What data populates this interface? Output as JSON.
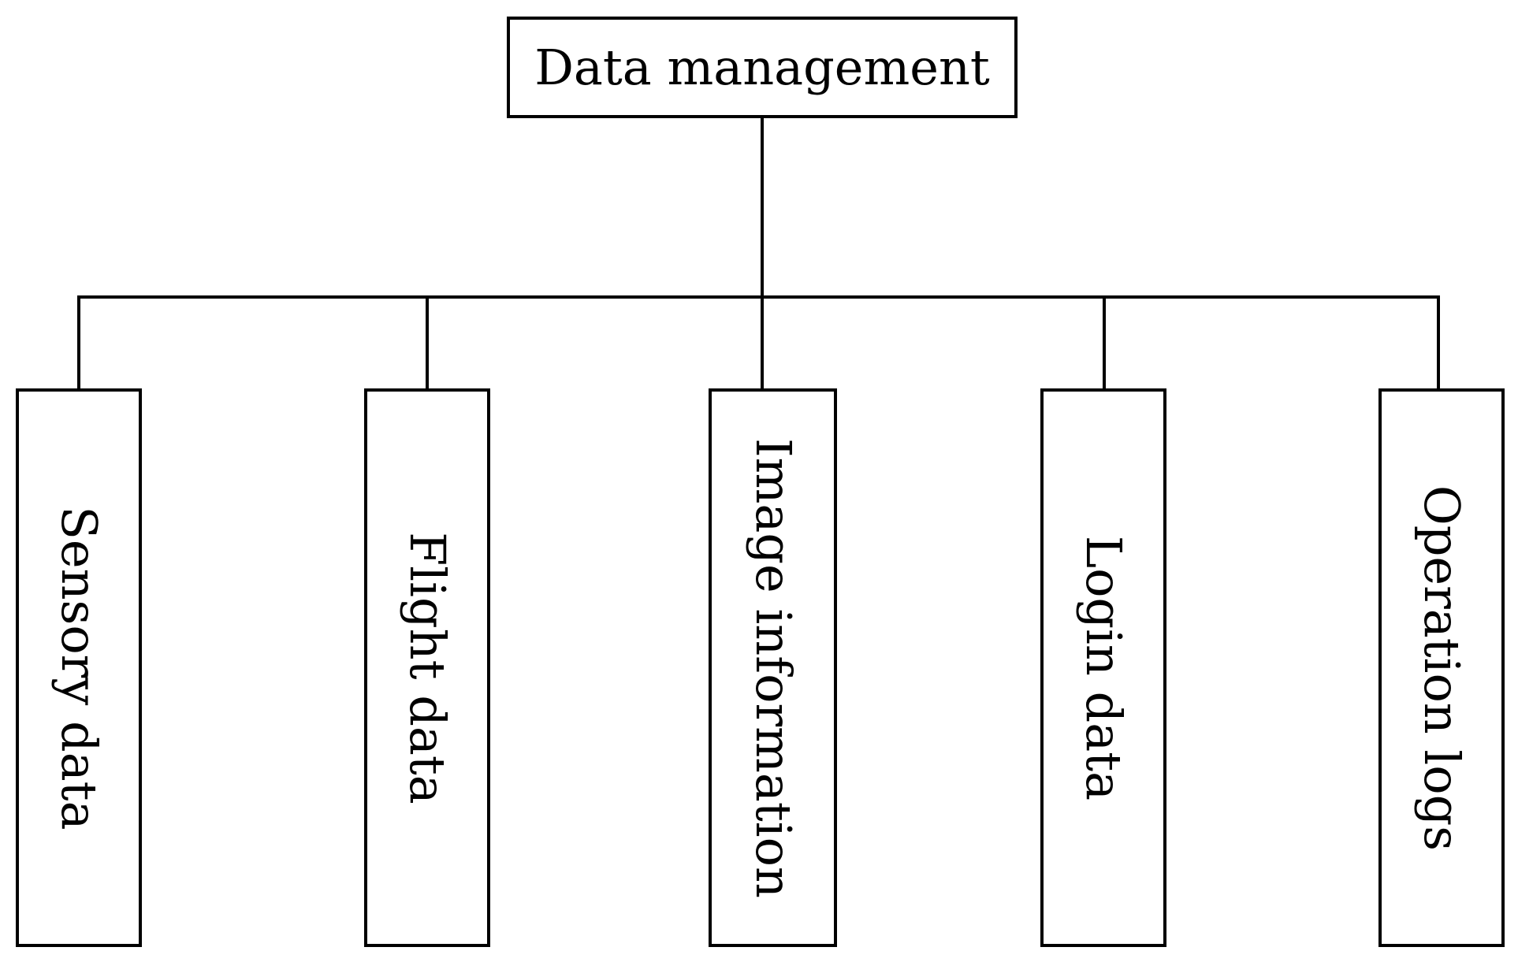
{
  "diagram": {
    "root": {
      "label": "Data management"
    },
    "children": [
      {
        "label": "Sensory data"
      },
      {
        "label": "Flight data"
      },
      {
        "label": "Image information"
      },
      {
        "label": "Login data"
      },
      {
        "label": "Operation logs"
      }
    ],
    "colors": {
      "stroke": "#000000",
      "background": "#ffffff"
    }
  }
}
